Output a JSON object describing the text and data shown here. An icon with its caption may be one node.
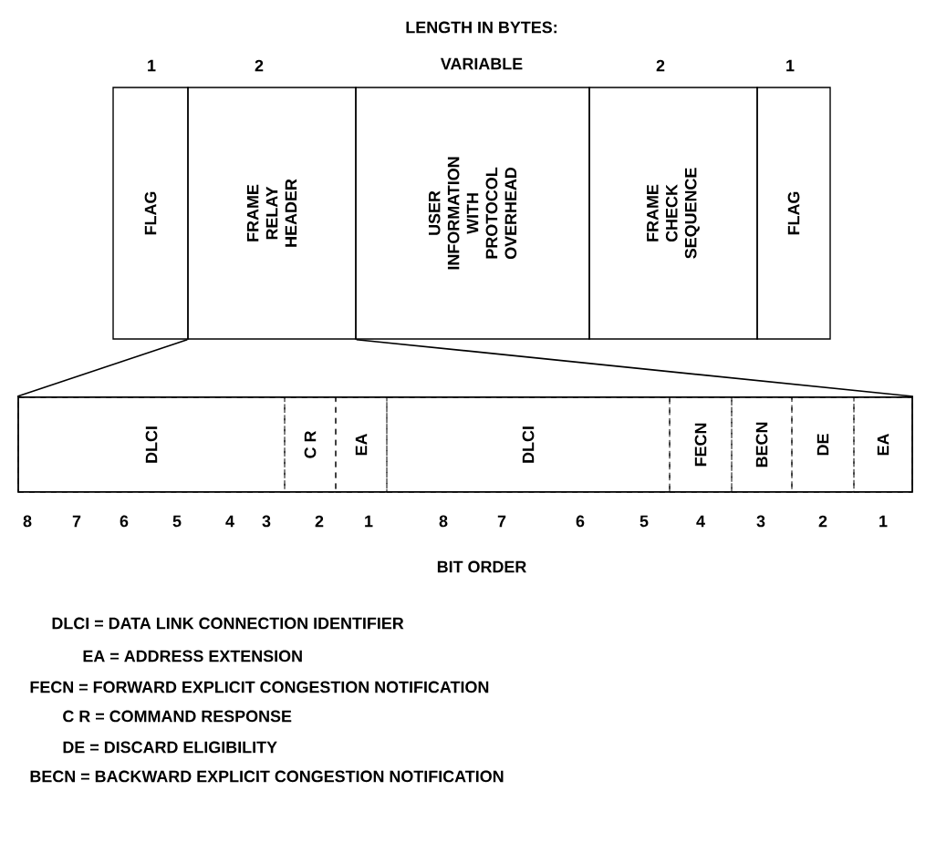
{
  "diagram": {
    "nodes": [
      {
        "text": [
          "FLAG"
        ]
      },
      {
        "text": [
          "FRAME RELAY HEADER"
        ]
      },
      {
        "text": [
          "USER INFORMATION WITH PROTOCOL OVERHEAD"
        ]
      },
      {
        "text": [
          "FRAME CHECK SEQUENCE"
        ]
      },
      {
        "text": [
          "FLAG"
        ]
      },
      {
        "text": [],
        "shape": "box"
      },
      {
        "text": [
          "DLCI"
        ],
        "in": 5
      },
      {
        "text": [
          "C R"
        ],
        "in": 5
      },
      {
        "text": [
          "EA"
        ],
        "in": 5
      },
      {
        "text": [
          "DLCI"
        ],
        "in": 5
      },
      {
        "text": [
          "FECN"
        ],
        "in": 5
      },
      {
        "text": [
          "BECN"
        ],
        "in": 5
      },
      {
        "text": [
          "DE"
        ],
        "in": 5
      },
      {
        "text": [
          "EA"
        ],
        "in": 5
      }
    ],
    "edges": [
      {
        "from": 1,
        "to": 5,
        "arrow": "none"
      },
      {
        "from": 1,
        "to": 5,
        "arrow": "none"
      }
    ],
    "labels": [
      "LENGTH IN BYTES:",
      "1",
      "2",
      "VARIABLE",
      "2",
      "1",
      "8",
      "7",
      "6",
      "5",
      "4",
      "3",
      "2",
      "1",
      "8",
      "7",
      "6",
      "5",
      "4",
      "3",
      "2",
      "1",
      "BIT ORDER",
      "DLCI = DATA LINK CONNECTION IDENTIFIER",
      "EA = ADDRESS EXTENSION",
      "FECN = FORWARD EXPLICIT CONGESTION NOTIFICATION",
      "C R = COMMAND RESPONSE",
      "DE = DISCARD ELIGIBILITY",
      "BECN = BACKWARD EXPLICIT CONGESTION NOTIFICATION"
    ]
  }
}
